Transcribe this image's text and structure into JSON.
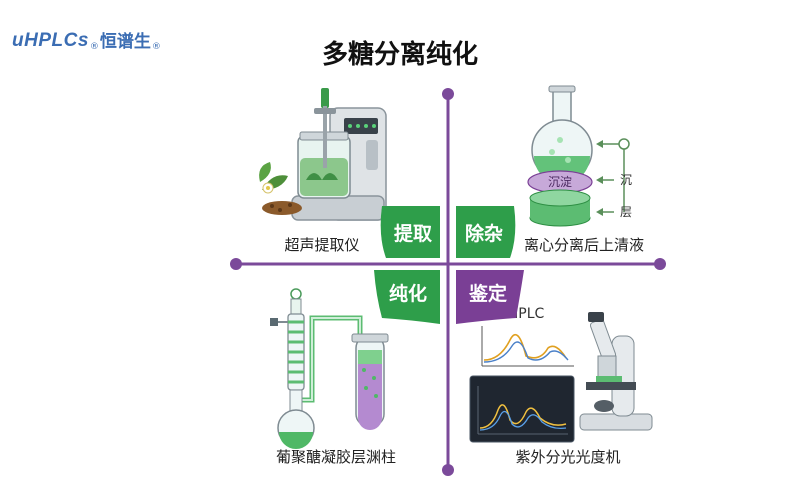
{
  "logo": {
    "brand": "uHPLCs",
    "reg1": "®",
    "cn": "恒谱生",
    "reg2": "®"
  },
  "title": "多糖分离纯化",
  "steps": {
    "extract": "提取",
    "remove": "除杂",
    "purify": "纯化",
    "identify": "鉴定"
  },
  "quadrants": {
    "top_left": "超声提取仪",
    "top_right": "离心分离后上清液",
    "bottom_left": "葡聚醣凝胶层渊柱",
    "bottom_right": "紫外分光光度机"
  },
  "centrifuge": {
    "precipitate": "沉淀",
    "side_label_1": "沉",
    "side_label_2": "层"
  },
  "hplc_label": "HPLC",
  "colors": {
    "green": "#2e9e4a",
    "purple": "#7a3f95",
    "axis": "#7b4a9a"
  }
}
